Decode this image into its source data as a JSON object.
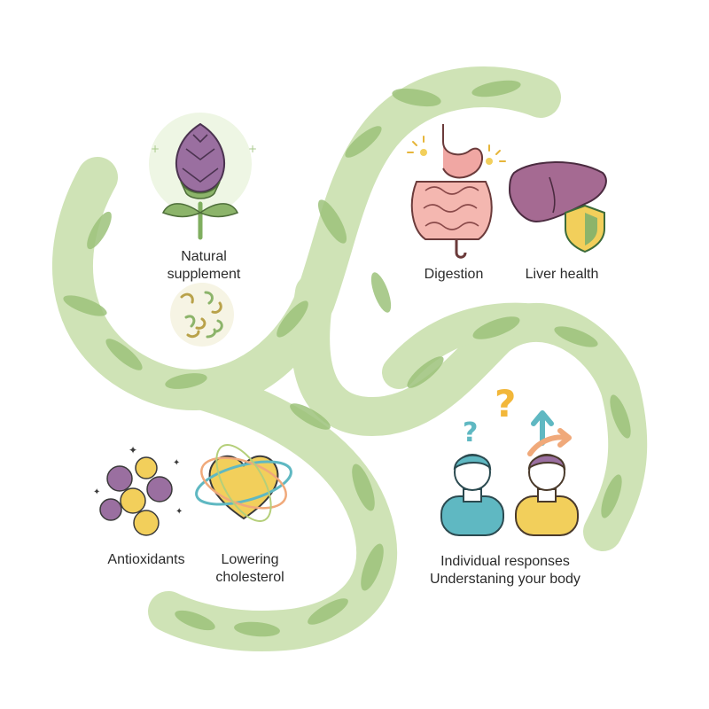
{
  "labels": {
    "natural_supplement": [
      "Natural",
      "supplement"
    ],
    "digestion": "Digestion",
    "liver_health": "Liver health",
    "antioxidants": "Antioxidants",
    "lowering_cholesterol": [
      "Lowering",
      "cholesterol"
    ],
    "individual_responses": "Individual responses",
    "understanding_body": "Understaning your body"
  },
  "icons": {
    "artichoke": "artichoke-icon",
    "supplement": "supplement-granules-icon",
    "digestive": "digestive-system-icon",
    "liver": "liver-icon",
    "shield": "shield-icon",
    "antioxidant": "antioxidant-molecules-icon",
    "heart": "heart-icon",
    "people": "person-icon",
    "question": "question-mark-icon",
    "arrow": "arrow-icon"
  },
  "colors": {
    "vine": "#c9dfb0",
    "leaf": "#8cb46a",
    "purple": "#9a6fa0",
    "yellow": "#f2cf5b",
    "teal": "#5fb8c2",
    "orange": "#f0a97a",
    "pink": "#eaa5a0",
    "liver": "#a56a92",
    "text": "#2b2b2b"
  }
}
